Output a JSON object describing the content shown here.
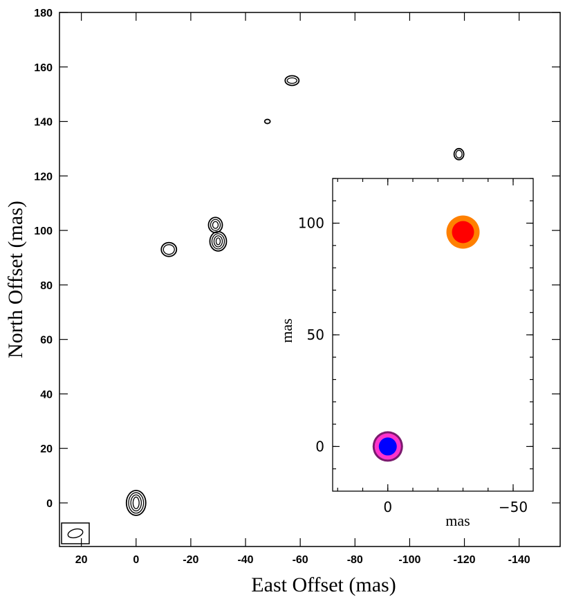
{
  "chart_data": [
    {
      "type": "scatter",
      "title": "",
      "xlabel": "East Offset (mas)",
      "ylabel": "North Offset (mas)",
      "xlim": [
        28,
        -155
      ],
      "ylim": [
        -16,
        180
      ],
      "xticks": [
        20,
        0,
        -20,
        -40,
        -60,
        -80,
        -100,
        -120,
        -140
      ],
      "yticks": [
        0,
        20,
        40,
        60,
        80,
        100,
        120,
        140,
        160,
        180
      ],
      "grid": false,
      "series": [
        {
          "x": [
            0,
            -12,
            -29,
            -30,
            -48,
            -57,
            -118
          ],
          "y": [
            0,
            93,
            102,
            96,
            140,
            155,
            128
          ],
          "contour_levels": [
            4,
            2,
            3,
            4,
            1,
            2,
            2
          ]
        }
      ],
      "beam": {
        "position": "bottom-left"
      }
    },
    {
      "type": "scatter",
      "title": "",
      "xlabel": "mas",
      "ylabel": "mas",
      "xlim": [
        22,
        -58
      ],
      "ylim": [
        -20,
        120
      ],
      "xticks": [
        0,
        -50
      ],
      "yticks": [
        0,
        50,
        100
      ],
      "grid": false,
      "series": [
        {
          "x": [
            0,
            0
          ],
          "y": [
            0,
            0
          ],
          "colors": [
            "#7b1a6e",
            "#ff33cc",
            "#0000ff"
          ]
        },
        {
          "x": [
            -30,
            -30
          ],
          "y": [
            96,
            96
          ],
          "colors": [
            "#ff8000",
            "#ff0000"
          ]
        }
      ]
    }
  ]
}
